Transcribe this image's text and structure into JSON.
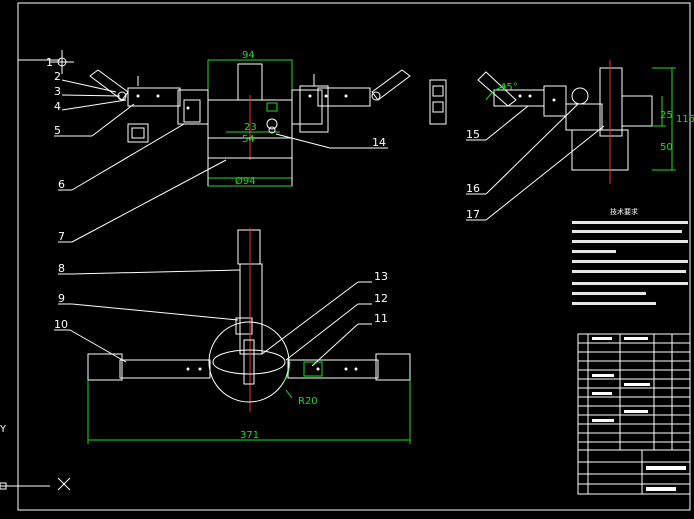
{
  "callouts": [
    "1",
    "2",
    "3",
    "4",
    "5",
    "6",
    "7",
    "8",
    "9",
    "10",
    "11",
    "12",
    "13",
    "14",
    "15",
    "16",
    "17"
  ],
  "dimensions": {
    "top_width": "94",
    "top_inner_1": "23",
    "top_inner_2": "54",
    "bottom_dia": "Ø94",
    "angle": "45°",
    "side_25": "25",
    "side_115": "115",
    "side_50": "50",
    "radius": "R20",
    "overall_width": "371"
  },
  "notes_title": "技术要求",
  "colors": {
    "background": "#000000",
    "linework": "#ffffff",
    "dimension": "#19e019",
    "centerline": "#ff2a2a",
    "frame": "#40e0ff"
  },
  "icons": {
    "coordinate_axes": "ucs-axes-icon",
    "x_cross": "x-cross-icon"
  }
}
